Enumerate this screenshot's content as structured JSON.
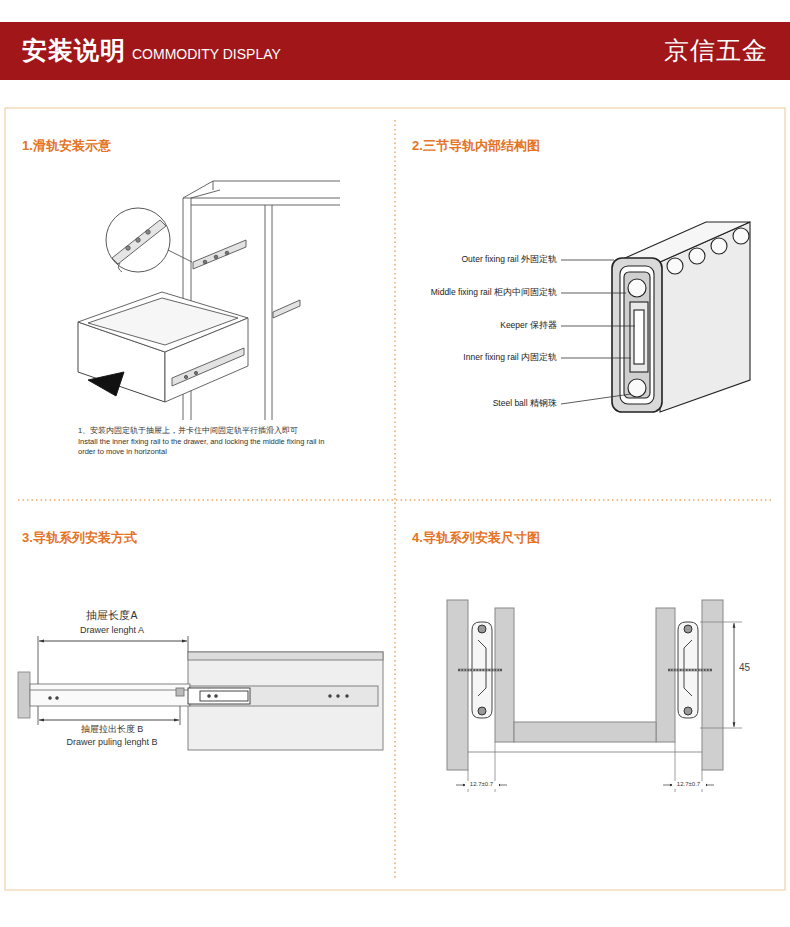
{
  "diagram": {
    "nodes": [
      {
        "text": [
          "安装说明",
          "COMMODITY DISPLAY",
          "京信五金"
        ]
      },
      {
        "text": [
          "1.滑轨安装示意"
        ]
      },
      {
        "text": [
          "2.三节导轨内部结构图"
        ]
      },
      {
        "text": [
          "3.导轨系列安装方式"
        ]
      },
      {
        "text": [
          "4.导轨系列安装尺寸图"
        ]
      }
    ],
    "labels": [
      "1、安装内固定轨于抽屉上，并卡住中间固定轨平行插滑入即可",
      "Install the inner fixing rail to the drawer, and locking the middle fixing rail in order to move in horizontal",
      "Outer fixing rail 外固定轨",
      "Middle fixing rail 柜内中间固定轨",
      "Keeper 保持器",
      "Inner fixing rail 内固定轨",
      "Steel ball 精钢珠",
      "抽屉长度A",
      "Drawer lenght A",
      "抽屉拉出长度 B",
      "Drawer puling lenght B",
      "45",
      "12.7±0.7",
      "12.7±0.7"
    ]
  }
}
